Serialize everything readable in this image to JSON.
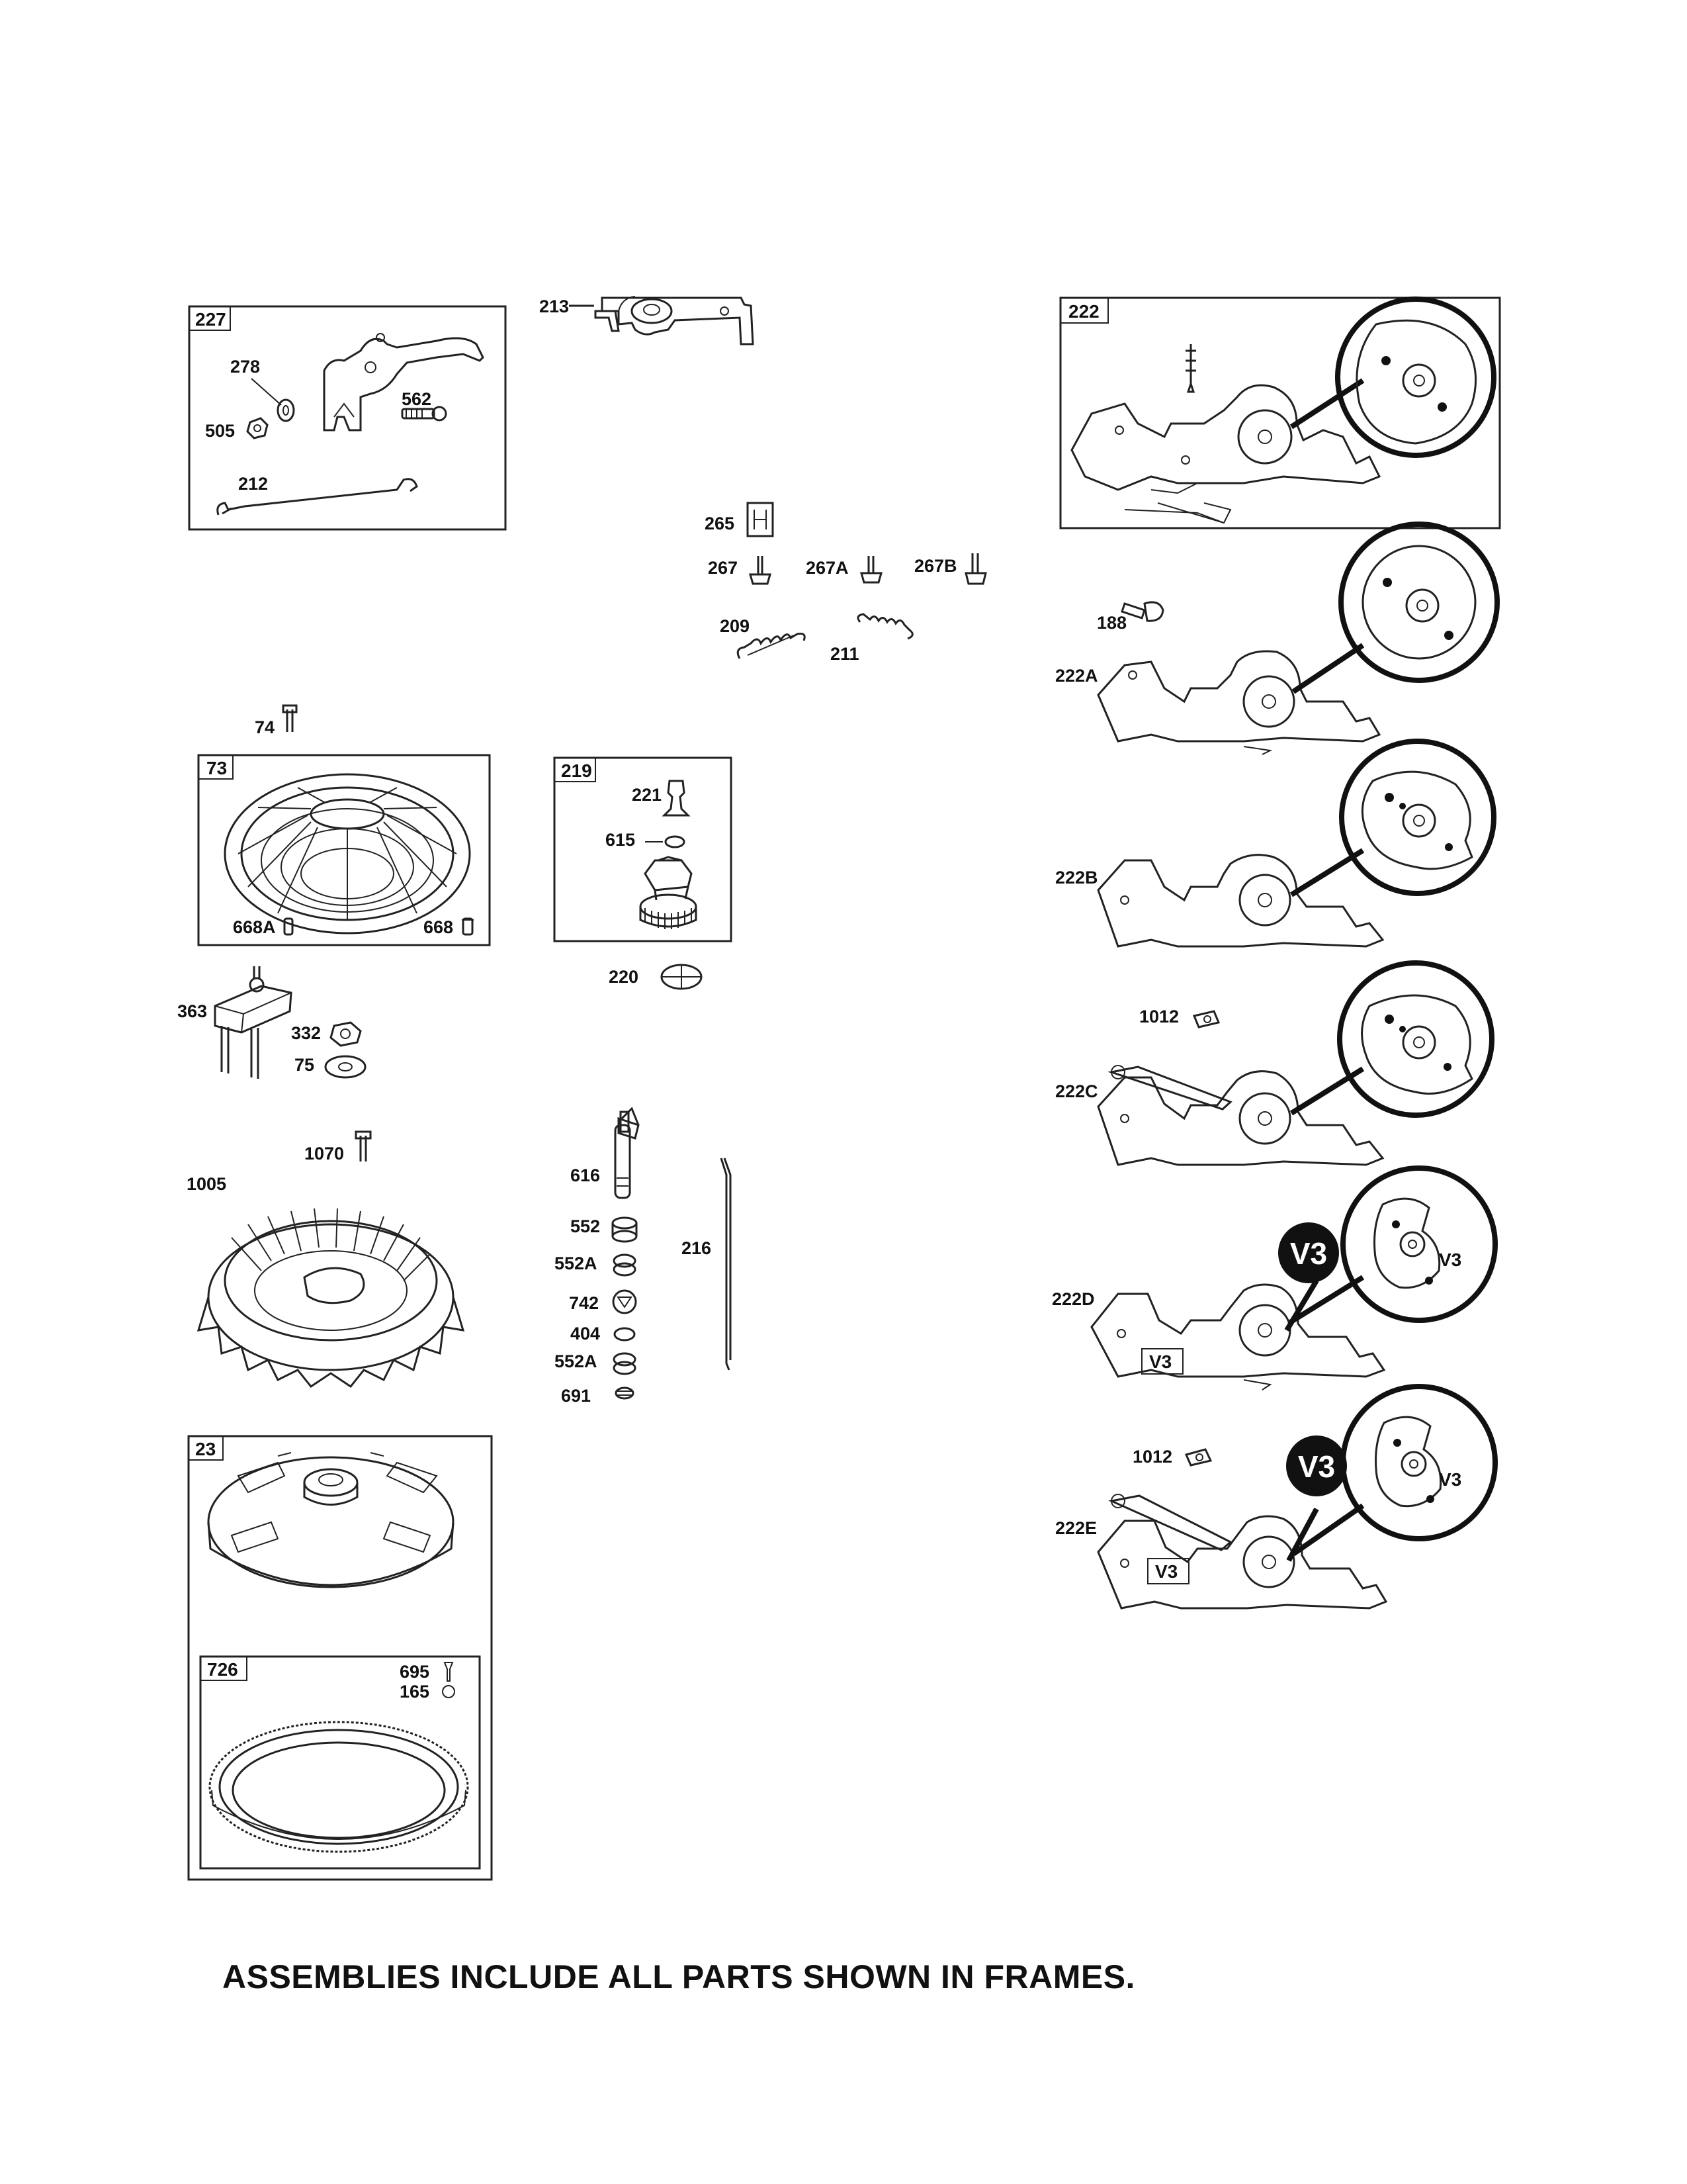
{
  "frame_labels": {
    "f227": "227",
    "f222": "222",
    "f73": "73",
    "f219": "219",
    "f23": "23",
    "f726": "726"
  },
  "parts": {
    "p278": "278",
    "p562": "562",
    "p505": "505",
    "p212": "212",
    "p213": "213",
    "p265": "265",
    "p267": "267",
    "p267A": "267A",
    "p267B": "267B",
    "p209": "209",
    "p211": "211",
    "p188": "188",
    "p222A": "222A",
    "p74": "74",
    "p668A": "668A",
    "p668": "668",
    "p221": "221",
    "p615": "615",
    "p220": "220",
    "p222B": "222B",
    "p363": "363",
    "p332": "332",
    "p75": "75",
    "p1012a": "1012",
    "p222C": "222C",
    "p1070": "1070",
    "p1005": "1005",
    "p616": "616",
    "p552": "552",
    "p552A1": "552A",
    "p742": "742",
    "p404": "404",
    "p552A2": "552A",
    "p691": "691",
    "p216": "216",
    "p222D": "222D",
    "p1012b": "1012",
    "p222E": "222E",
    "p695": "695",
    "p165": "165"
  },
  "badges": {
    "v3_big_d": "V3",
    "v3_small_d": "V3",
    "v3_inset_d": "V3",
    "v3_big_e": "V3",
    "v3_small_e": "V3",
    "v3_inset_e": "V3"
  },
  "footer_note": "ASSEMBLIES INCLUDE ALL PARTS SHOWN IN FRAMES."
}
